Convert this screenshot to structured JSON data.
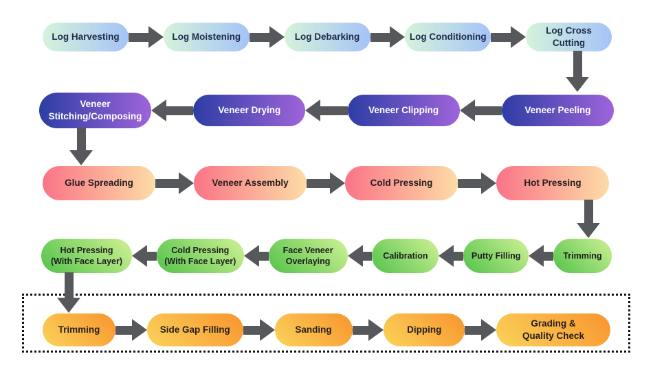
{
  "colors": {
    "background": "#ffffff",
    "arrow": "#57585b",
    "box_border": "#111111"
  },
  "rows": [
    {
      "id": "log-preparation",
      "flow": "left-to-right",
      "colors": {
        "from": "#d5f3da",
        "to": "#a5c3f7",
        "text": "#1e2a4a"
      },
      "items": [
        {
          "label": "Log Harvesting"
        },
        {
          "label": "Log Moistening"
        },
        {
          "label": "Log Debarking"
        },
        {
          "label": "Log Conditioning"
        },
        {
          "label": "Log Cross Cutting"
        }
      ]
    },
    {
      "id": "veneer-processing",
      "flow": "right-to-left",
      "colors": {
        "from": "#2d3da4",
        "to": "#9f64da",
        "text": "#ffffff"
      },
      "items": [
        {
          "label": "Veneer\nStitching/Composing"
        },
        {
          "label": "Veneer Drying"
        },
        {
          "label": "Veneer Clipping"
        },
        {
          "label": "Veneer Peeling"
        }
      ]
    },
    {
      "id": "gluing-pressing",
      "flow": "left-to-right",
      "colors": {
        "from": "#fa7487",
        "to": "#fcdca6",
        "text": "#231d1e"
      },
      "items": [
        {
          "label": "Glue Spreading"
        },
        {
          "label": "Veneer Assembly"
        },
        {
          "label": "Cold Pressing"
        },
        {
          "label": "Hot Pressing"
        }
      ]
    },
    {
      "id": "face-layer",
      "flow": "right-to-left",
      "colors": {
        "from": "#53c24a",
        "to": "#cff195",
        "text": "#1c1c1c"
      },
      "items": [
        {
          "label": "Hot Pressing\n(With Face Layer)"
        },
        {
          "label": "Cold Pressing\n(With Face Layer)"
        },
        {
          "label": "Face Veneer\nOverlaying"
        },
        {
          "label": "Calibration"
        },
        {
          "label": "Putty Filling"
        },
        {
          "label": "Trimming"
        }
      ]
    },
    {
      "id": "finishing",
      "flow": "left-to-right",
      "boxed": true,
      "colors": {
        "from": "#fbd35b",
        "to": "#f8942d",
        "text": "#231d1e"
      },
      "items": [
        {
          "label": "Trimming"
        },
        {
          "label": "Side Gap Filling"
        },
        {
          "label": "Sanding"
        },
        {
          "label": "Dipping"
        },
        {
          "label": "Grading &\nQuality Check"
        }
      ]
    }
  ]
}
